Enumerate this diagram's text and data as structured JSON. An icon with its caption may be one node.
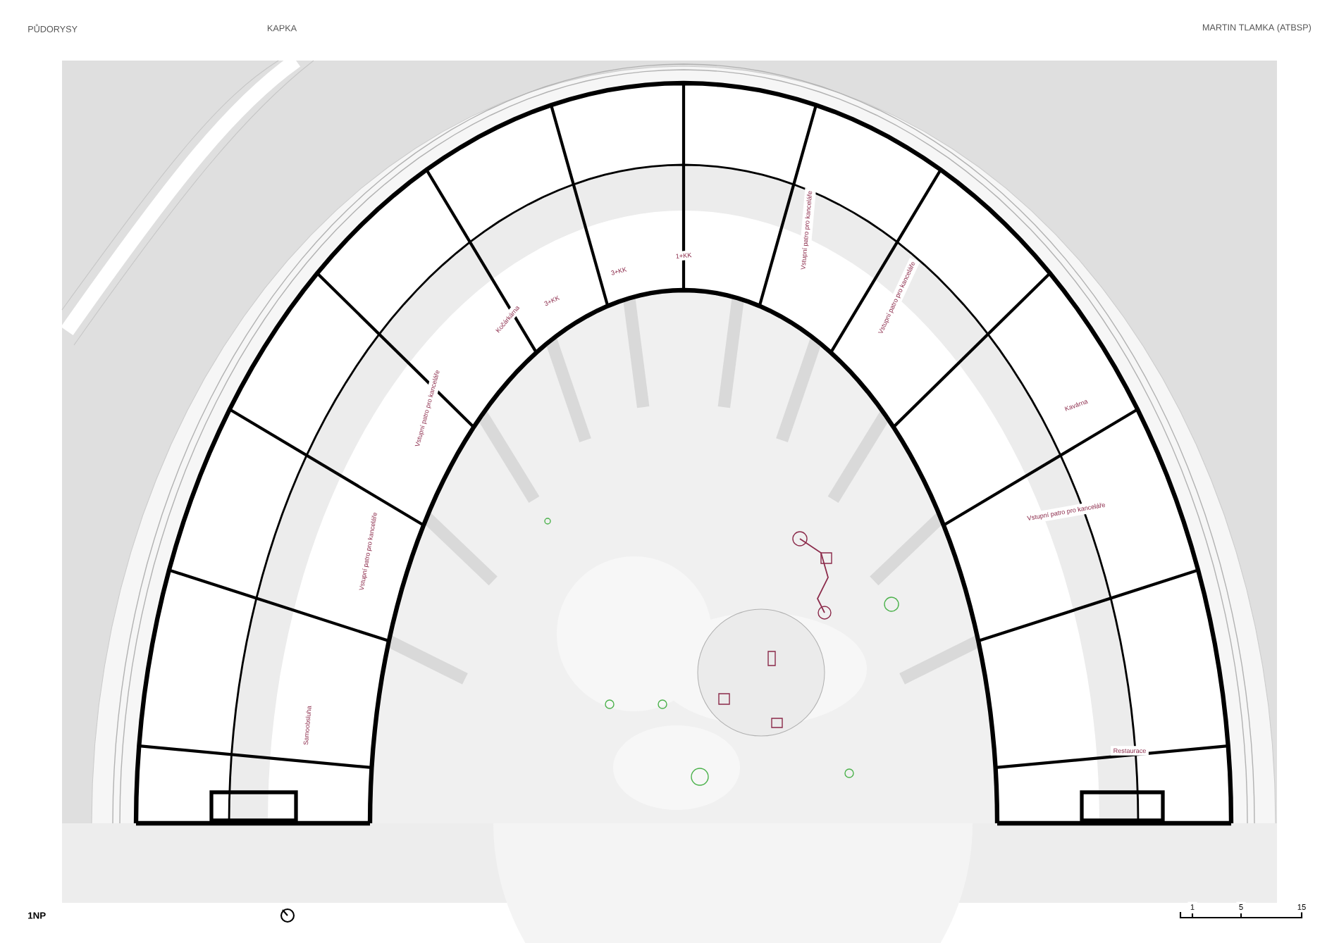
{
  "diagram": {
    "labels": [
      "PŮDORYSY",
      "KAPKA",
      "MARTIN TLAMKA (ATBSP)",
      "Vstupní patro pro kanceláře",
      "1+KK",
      "3+KK",
      "Vstupní patro pro kanceláře",
      "3+KK",
      "Kočárkárna",
      "Kavárna",
      "Vstupní patro pro kanceláře",
      "Vstupní patro pro kanceláře",
      "Vstupní patro pro kanceláře",
      "Samoobsluha",
      "Restaurace",
      "1NP",
      "1",
      "5",
      "15"
    ]
  }
}
